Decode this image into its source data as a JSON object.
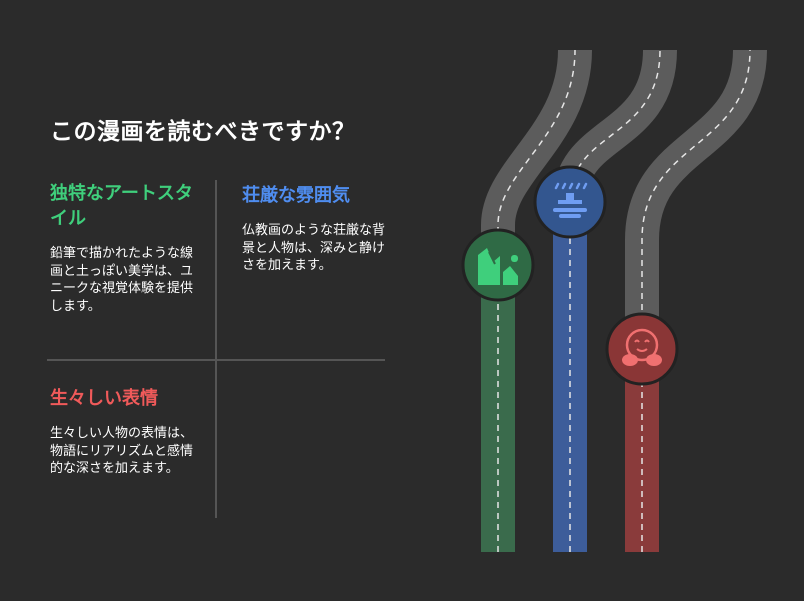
{
  "title": "この漫画を読むべきですか？",
  "cards": [
    {
      "heading": "独特なアートスタイル",
      "body": "鉛筆で描かれたような線画と土っぽい美学は、ユニークな視覚体験を提供します。",
      "color": "#3fcf7c"
    },
    {
      "heading": "荘厳な雰囲気",
      "body": "仏教画のような荘厳な背景と人物は、深みと静けさを加えます。",
      "color": "#4f8df0"
    },
    {
      "heading": "生々しい表情",
      "body": "生々しい人物の表情は、物語にリアリズムと感情的な深さを加えます。",
      "color": "#f05a5a"
    }
  ],
  "roads": [
    {
      "color": "#3a6b4c",
      "circle_fill": "#2f6a45",
      "icon": "landscape-painting-icon",
      "icon_color": "#3fcf7c"
    },
    {
      "color": "#3d5d9a",
      "circle_fill": "#33568f",
      "icon": "fountain-icon",
      "icon_color": "#6f9df2"
    },
    {
      "color": "#8a3b3b",
      "circle_fill": "#8a3636",
      "icon": "hugging-face-icon",
      "icon_color": "#f07070"
    }
  ],
  "colors": {
    "background": "#2b2b2b",
    "road": "#5c5c5c",
    "divider": "#555555"
  }
}
